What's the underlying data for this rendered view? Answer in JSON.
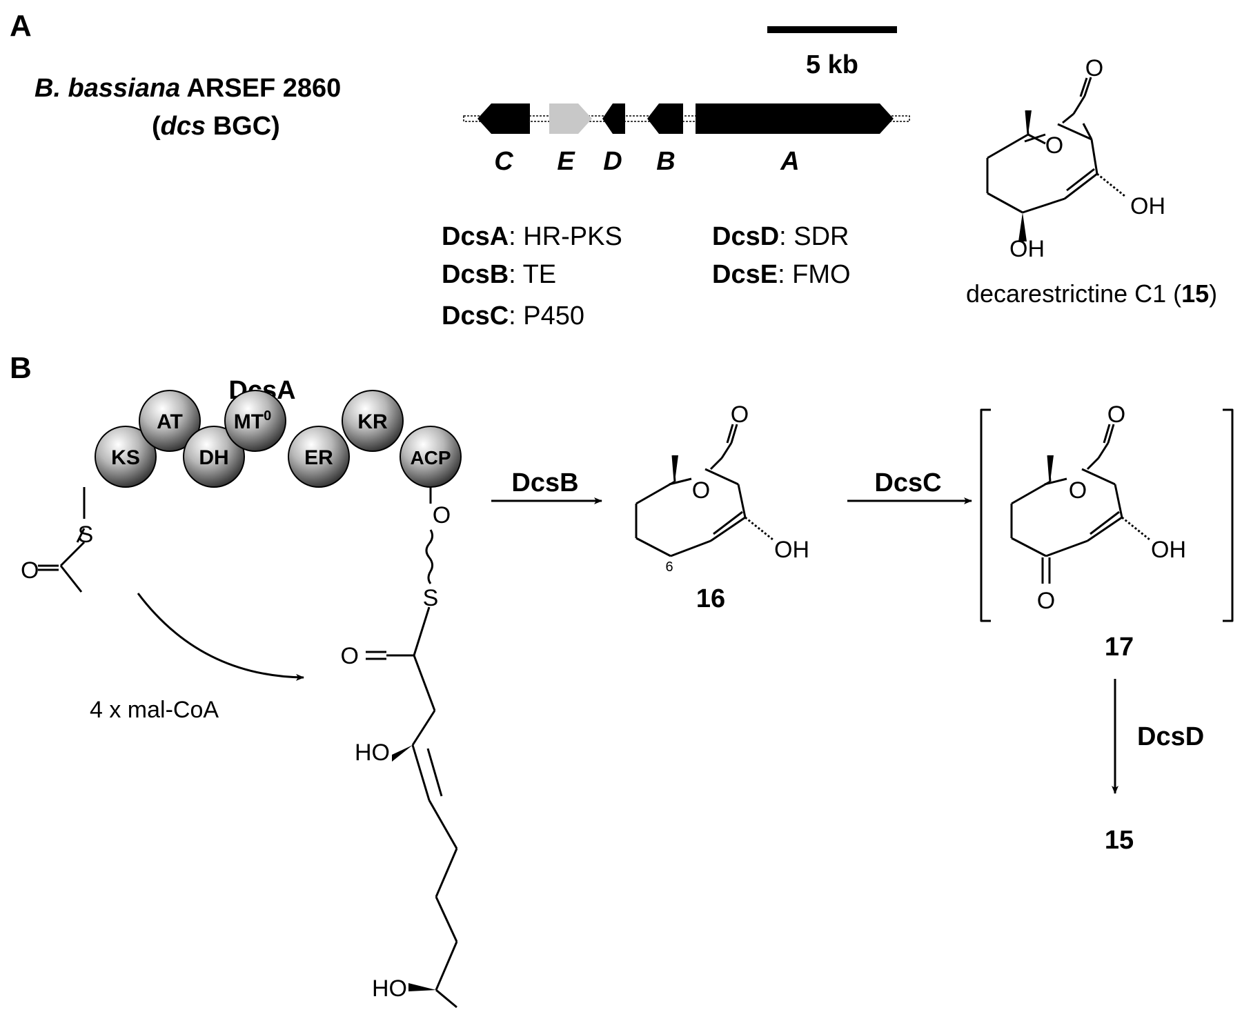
{
  "panel_a": {
    "label": "A",
    "organism_line1_italic": "B. bassiana",
    "organism_line1_rest": " ARSEF 2860",
    "organism_line2_open": "(",
    "organism_line2_italic": "dcs",
    "organism_line2_rest": " BGC)",
    "scale_label": "5 kb",
    "genes": [
      "C",
      "E",
      "D",
      "B",
      "A"
    ],
    "gene_colors": {
      "default": "#000000",
      "E": "#c8c8c8"
    },
    "annotations": [
      {
        "name": "DcsA",
        "desc": ": HR-PKS"
      },
      {
        "name": "DcsB",
        "desc": ": TE"
      },
      {
        "name": "DcsC",
        "desc": ": P450"
      },
      {
        "name": "DcsD",
        "desc": ": SDR"
      },
      {
        "name": "DcsE",
        "desc": ": FMO"
      }
    ],
    "compound_name": "decarestrictine C1 (",
    "compound_number": "15",
    "compound_close": ")"
  },
  "panel_b": {
    "label": "B",
    "pks_name": "DcsA",
    "domains": [
      "KS",
      "AT",
      "DH",
      "MT",
      "ER",
      "KR",
      "ACP"
    ],
    "mt_superscript": "0",
    "extender": "4 x mal-CoA",
    "enzymes": {
      "step1": "DcsB",
      "step2": "DcsC",
      "step3": "DcsD"
    },
    "compounds": {
      "c16": "16",
      "c17": "17",
      "c15": "15"
    },
    "position_label": "6"
  },
  "atoms": {
    "O": "O",
    "S": "S",
    "OH": "OH",
    "HO": "HO"
  }
}
